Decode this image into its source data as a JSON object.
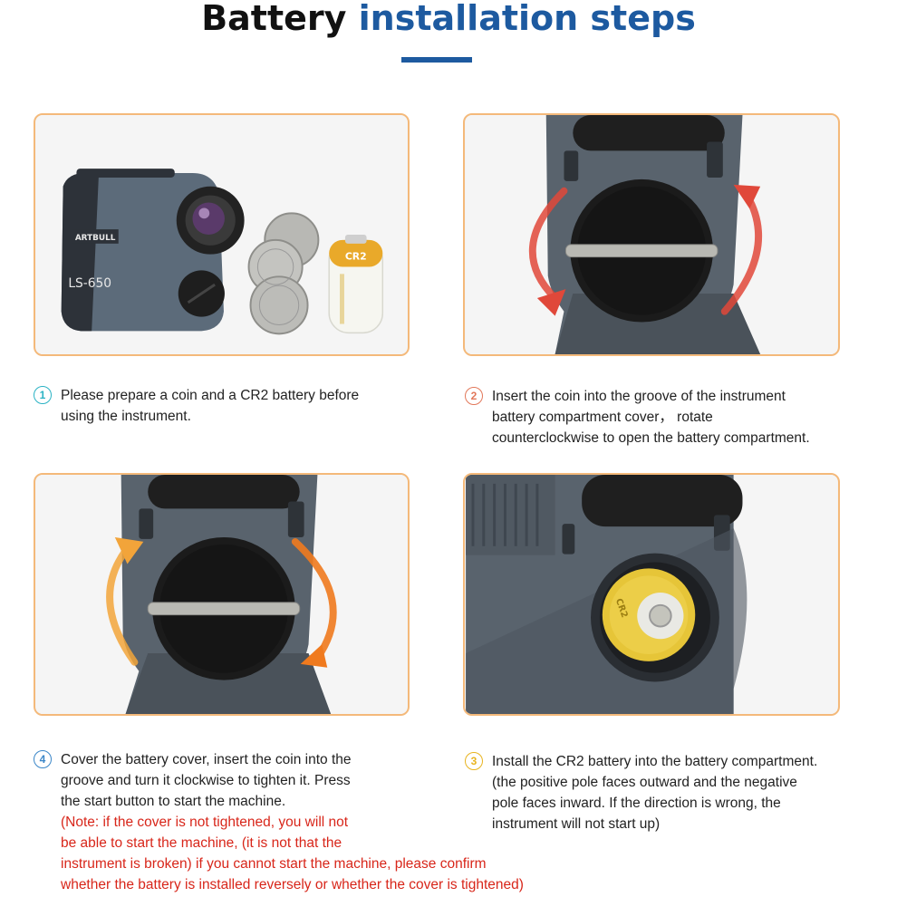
{
  "title": {
    "part1": "Battery",
    "part2": "installation steps"
  },
  "colors": {
    "accent": "#1d5aa0",
    "panel_border": "#f4b97a",
    "note": "#d8261a"
  },
  "panels": {
    "p1": {
      "brand": "ARTBULL",
      "model": "LS-650",
      "battery_label": "CR2"
    },
    "p3": {
      "battery_label": "CR2"
    }
  },
  "steps": [
    {
      "number": "1",
      "color": "#2bb3c4",
      "lines": [
        "Please prepare a coin and a CR2 battery before",
        "using the instrument."
      ]
    },
    {
      "number": "2",
      "color": "#e2785a",
      "lines": [
        "Insert the coin into the groove of the instrument",
        "battery compartment cover， rotate",
        "counterclockwise to open the battery compartment."
      ]
    },
    {
      "number": "4",
      "color": "#3a86c8",
      "lines": [
        "Cover the battery cover, insert the coin into the",
        "groove and turn it clockwise to tighten it. Press",
        "the start button to start the machine."
      ],
      "note_lines": [
        "(Note: if the cover is not tightened, you will not",
        "be able to start the machine, (it is not that the",
        "instrument is broken) if you cannot start the machine, please confirm",
        "whether the battery is installed reversely or whether the cover is tightened)"
      ]
    },
    {
      "number": "3",
      "color": "#e8b420",
      "lines": [
        "Install the CR2 battery into the battery compartment.",
        "(the positive pole faces outward and the negative",
        "pole faces inward. If the direction is wrong, the",
        "instrument will not start up)"
      ]
    }
  ]
}
